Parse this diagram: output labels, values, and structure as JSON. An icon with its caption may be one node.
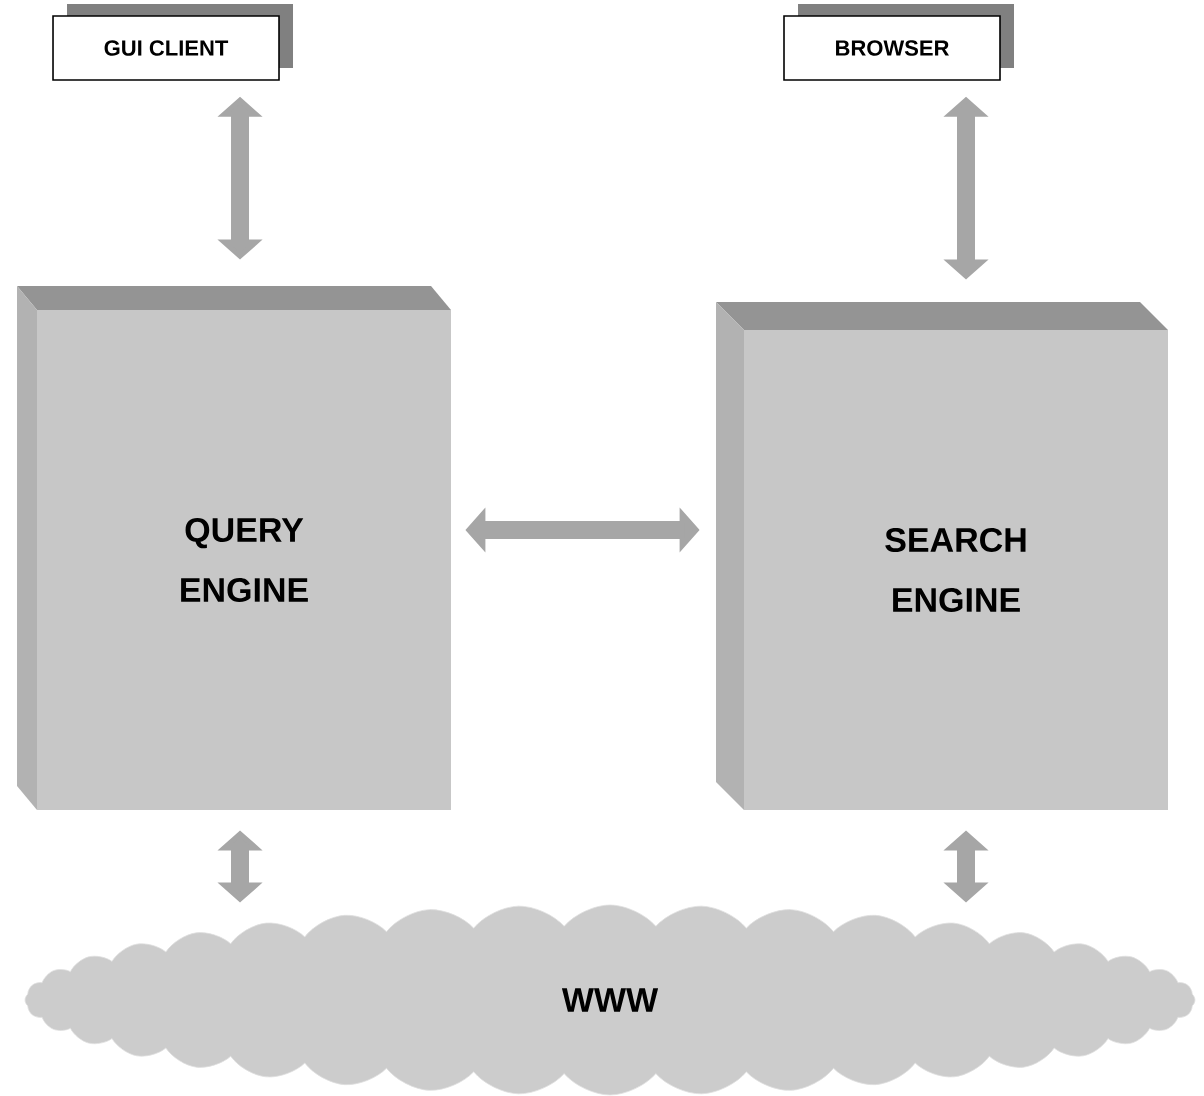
{
  "diagram": {
    "nodes": [
      {
        "text": [
          "GUI CLIENT"
        ]
      },
      {
        "text": [
          "BROWSER"
        ]
      },
      {
        "text": [
          "QUERY ENGINE"
        ]
      },
      {
        "text": [
          "SEARCH ENGINE"
        ]
      },
      {
        "text": [
          "WWW"
        ]
      }
    ],
    "edges": [
      {
        "from": 0,
        "to": 2,
        "arrow": "both"
      },
      {
        "from": 1,
        "to": 3,
        "arrow": "both"
      },
      {
        "from": 2,
        "to": 3,
        "arrow": "both"
      },
      {
        "from": 2,
        "to": 4,
        "arrow": "both"
      },
      {
        "from": 3,
        "to": 4,
        "arrow": "both"
      }
    ]
  }
}
